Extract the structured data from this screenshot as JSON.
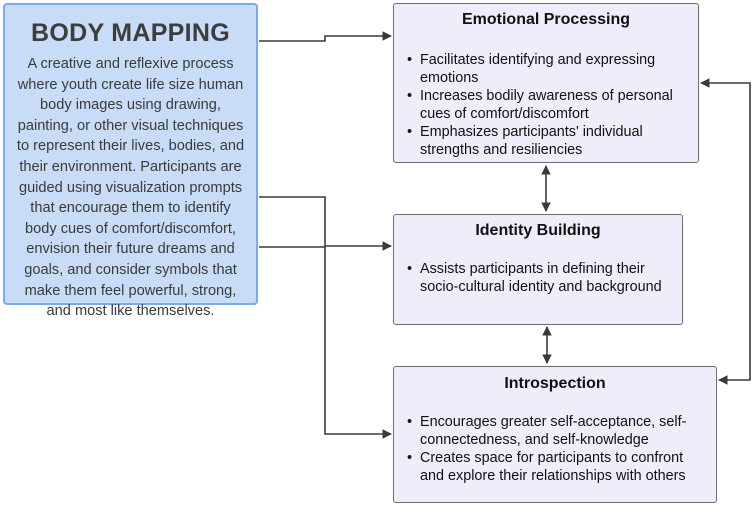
{
  "main": {
    "title": "BODY MAPPING",
    "description": "A creative and reflexive process where youth create life size human body images using drawing, painting, or other visual techniques to represent their lives, bodies, and their environment. Participants are guided using visualization prompts that encourage them to identify body cues of comfort/discomfort, envision their future dreams and goals, and consider symbols that make them feel powerful, strong, and most like themselves."
  },
  "nodes": {
    "emotional": {
      "title": "Emotional Processing",
      "bullets": [
        "Facilitates identifying and expressing emotions",
        "Increases bodily awareness of personal cues of comfort/discomfort",
        "Emphasizes participants' individual strengths and resiliencies"
      ]
    },
    "identity": {
      "title": "Identity Building",
      "bullets": [
        "Assists participants in defining their socio-cultural identity and background"
      ]
    },
    "introspection": {
      "title": "Introspection",
      "bullets": [
        "Encourages greater self-acceptance, self-connectedness, and self-knowledge",
        "Creates space for participants to confront and explore their relationships with others"
      ]
    }
  },
  "colors": {
    "main_fill": "#c9dcf7",
    "main_border": "#7aa9ec",
    "node_fill": "#eeeefa",
    "node_border": "#6b6b78",
    "connector": "#3a3a3a"
  }
}
